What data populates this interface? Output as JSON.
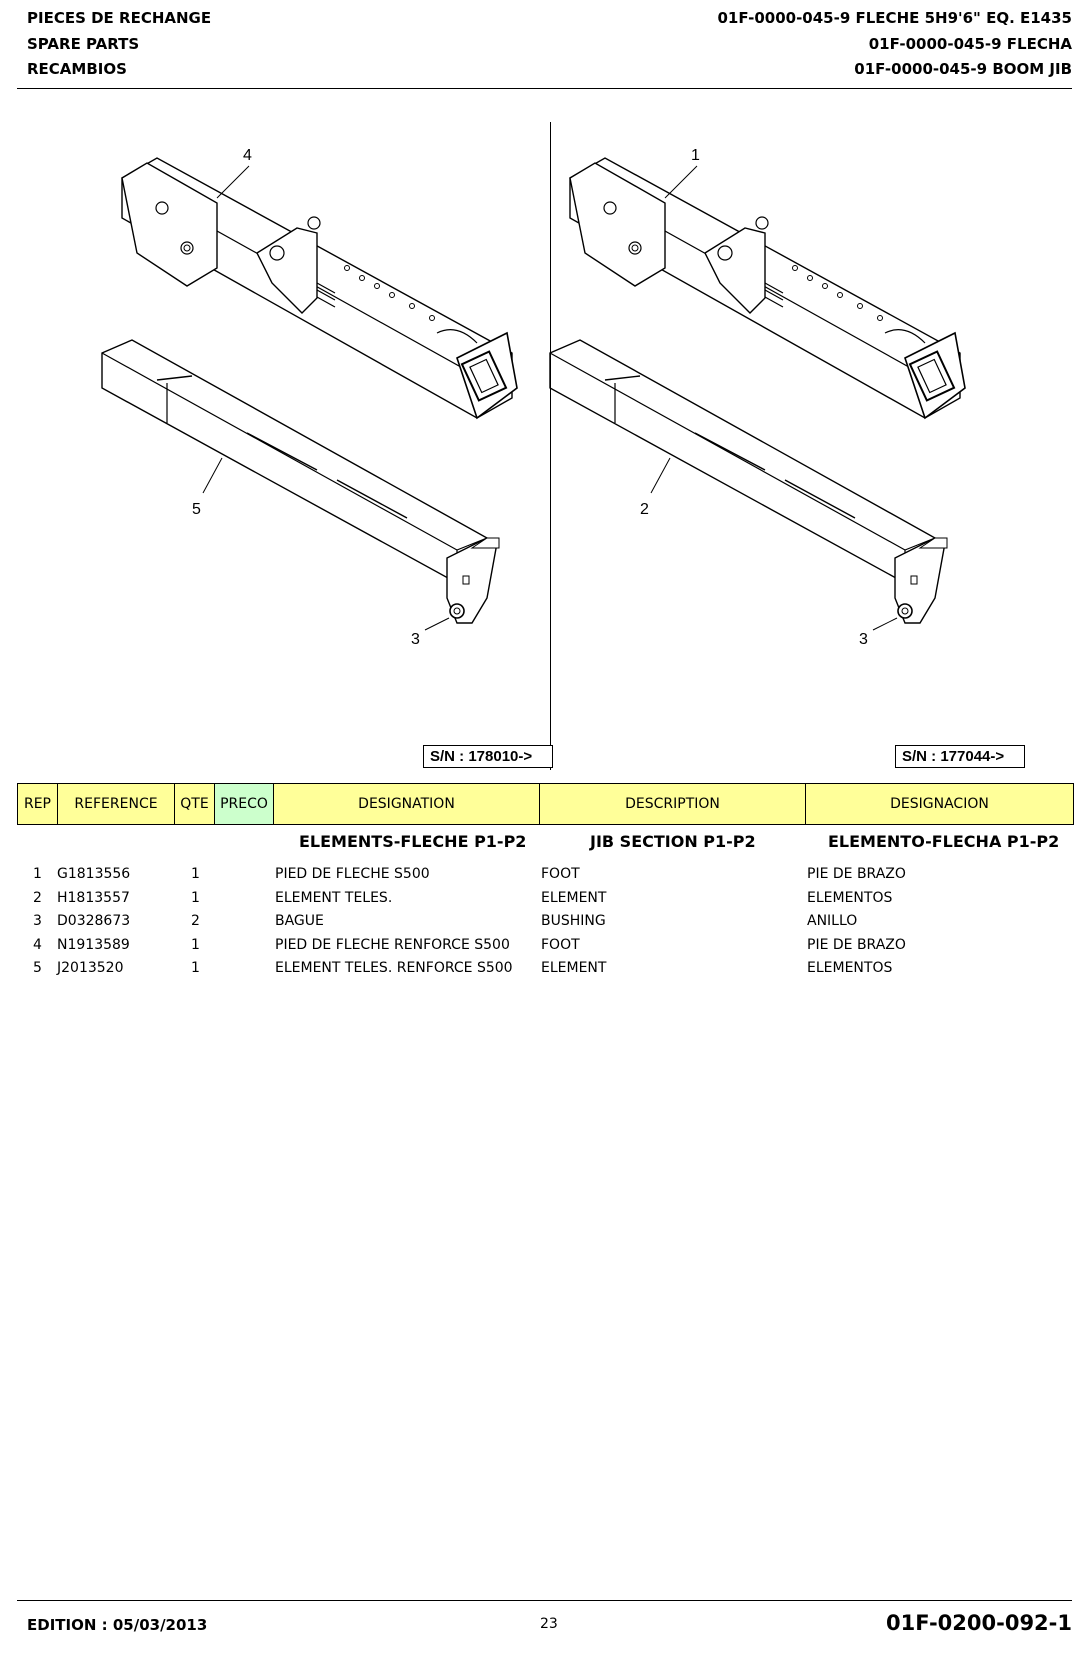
{
  "header": {
    "left": [
      "PIECES DE RECHANGE",
      "SPARE PARTS",
      "RECAMBIOS"
    ],
    "right": [
      "01F-0000-045-9 FLECHE 5H9'6\" EQ. E1435",
      "01F-0000-045-9 FLECHA",
      "01F-0000-045-9 BOOM JIB"
    ]
  },
  "illustration": {
    "left_callouts": [
      "4",
      "5",
      "3"
    ],
    "right_callouts": [
      "1",
      "2",
      "3"
    ],
    "left_sn": "S/N : 178010->",
    "right_sn": "S/N : 177044->"
  },
  "table": {
    "columns": [
      "REP",
      "REFERENCE",
      "QTE",
      "PRECO",
      "DESIGNATION",
      "DESCRIPTION",
      "DESIGNACION"
    ],
    "section": [
      "ELEMENTS-FLECHE P1-P2",
      "JIB SECTION P1-P2",
      "ELEMENTO-FLECHA P1-P2"
    ],
    "rows": [
      {
        "rep": "1",
        "ref": "G1813556",
        "qte": "1",
        "designation": "PIED DE FLECHE S500",
        "description": "FOOT",
        "designacion": "PIE DE BRAZO"
      },
      {
        "rep": "2",
        "ref": "H1813557",
        "qte": "1",
        "designation": "ELEMENT TELES.",
        "description": "ELEMENT",
        "designacion": "ELEMENTOS"
      },
      {
        "rep": "3",
        "ref": "D0328673",
        "qte": "2",
        "designation": "BAGUE",
        "description": "BUSHING",
        "designacion": "ANILLO"
      },
      {
        "rep": "4",
        "ref": "N1913589",
        "qte": "1",
        "designation": "PIED DE FLECHE RENFORCE S500",
        "description": "FOOT",
        "designacion": "PIE DE BRAZO"
      },
      {
        "rep": "5",
        "ref": "J2013520",
        "qte": "1",
        "designation": "ELEMENT TELES. RENFORCE S500",
        "description": "ELEMENT",
        "designacion": "ELEMENTOS"
      }
    ]
  },
  "footer": {
    "edition": "EDITION : 05/03/2013",
    "page": "23",
    "doc_number": "01F-0200-092-1"
  }
}
